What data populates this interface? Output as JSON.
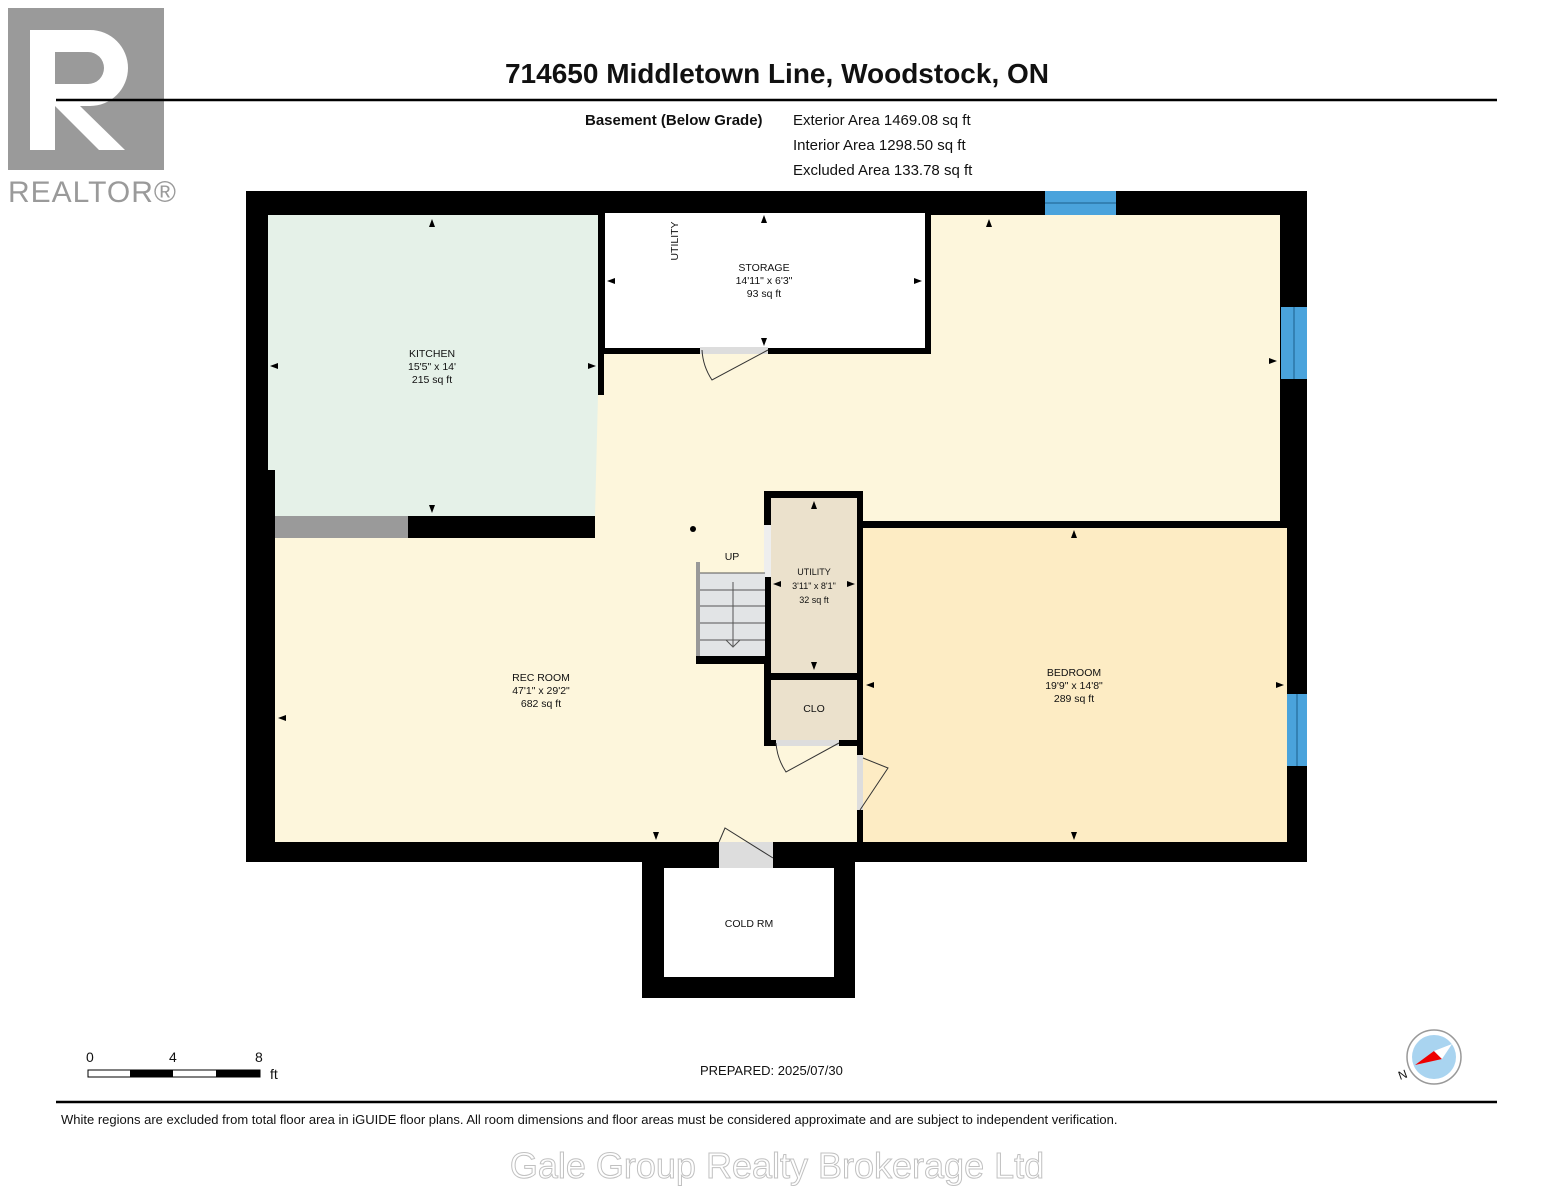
{
  "header": {
    "title": "714650 Middletown Line, Woodstock, ON",
    "level": "Basement (Below Grade)",
    "exterior_area": "Exterior Area 1469.08 sq ft",
    "interior_area": "Interior Area 1298.50 sq ft",
    "excluded_area": "Excluded Area 133.78 sq ft"
  },
  "logo": {
    "text": "REALTOR®"
  },
  "rooms": {
    "kitchen": {
      "name": "KITCHEN",
      "dims": "15'5\" x 14'",
      "area": "215 sq ft"
    },
    "storage": {
      "name": "STORAGE",
      "dims": "14'11\" x 6'3\"",
      "area": "93 sq ft"
    },
    "utility_label": "UTILITY",
    "utility": {
      "name": "UTILITY",
      "dims": "3'11\" x 8'1\"",
      "area": "32 sq ft"
    },
    "closet": {
      "name": "CLO"
    },
    "rec_room": {
      "name": "REC ROOM",
      "dims": "47'1\" x 29'2\"",
      "area": "682 sq ft"
    },
    "bedroom": {
      "name": "BEDROOM",
      "dims": "19'9\" x 14'8\"",
      "area": "289 sq ft"
    },
    "cold_room": {
      "name": "COLD RM"
    },
    "stairs": "UP"
  },
  "scale": {
    "ticks": [
      "0",
      "4",
      "8"
    ],
    "unit": "ft"
  },
  "prepared": "PREPARED: 2025/07/30",
  "compass": {
    "label": "N",
    "icon": "compass-icon"
  },
  "footer": {
    "disclaimer": "White regions are excluded from total floor area in iGUIDE floor plans. All room dimensions and floor areas must be considered approximate and are subject to independent verification.",
    "watermark": "Gale Group Realty Brokerage Ltd"
  },
  "colors": {
    "kitchen": "#e5f1e8",
    "main": "#fdf6dc",
    "bedroom": "#fdecc4",
    "utility": "#ebe1cc",
    "window": "#4aa3dc",
    "wall": "#000000"
  }
}
